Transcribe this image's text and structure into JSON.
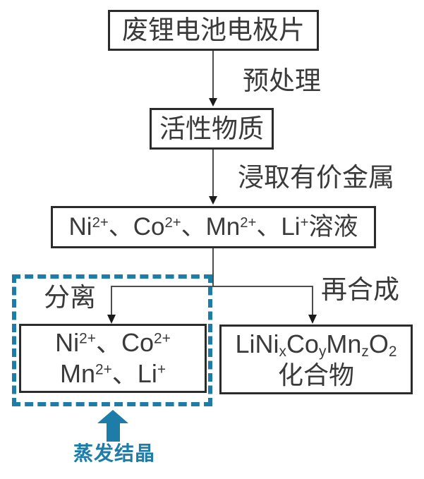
{
  "diagram": {
    "type": "flowchart",
    "language": "zh-CN",
    "boxes": {
      "waste_electrode": {
        "text": "废锂电池电极片"
      },
      "active_material": {
        "text": "活性物质"
      },
      "ion_solution": {
        "text": "Ni^{2+}、Co^{2+}、Mn^{2+}、Li^{+}溶液"
      },
      "separated_ions": {
        "line1": "Ni^{2+}、Co^{2+}",
        "line2": "Mn^{2+}、Li^{+}"
      },
      "compound": {
        "line1": "LiNi_{x}Co_{y}Mn_{z}O_{2}",
        "line2": "化合物"
      }
    },
    "edge_labels": {
      "pretreatment": "预处理",
      "leach_metals": "浸取有价金属",
      "separation": "分离",
      "resynthesis": "再合成",
      "evaporation_crystallization": "蒸发结晶"
    },
    "colors": {
      "accent_teal": "#1e7ca8",
      "box_border": "#2b2b2b",
      "connector_line": "#4d4d4d",
      "text": "#3a3a3a",
      "background": "#ffffff"
    }
  }
}
